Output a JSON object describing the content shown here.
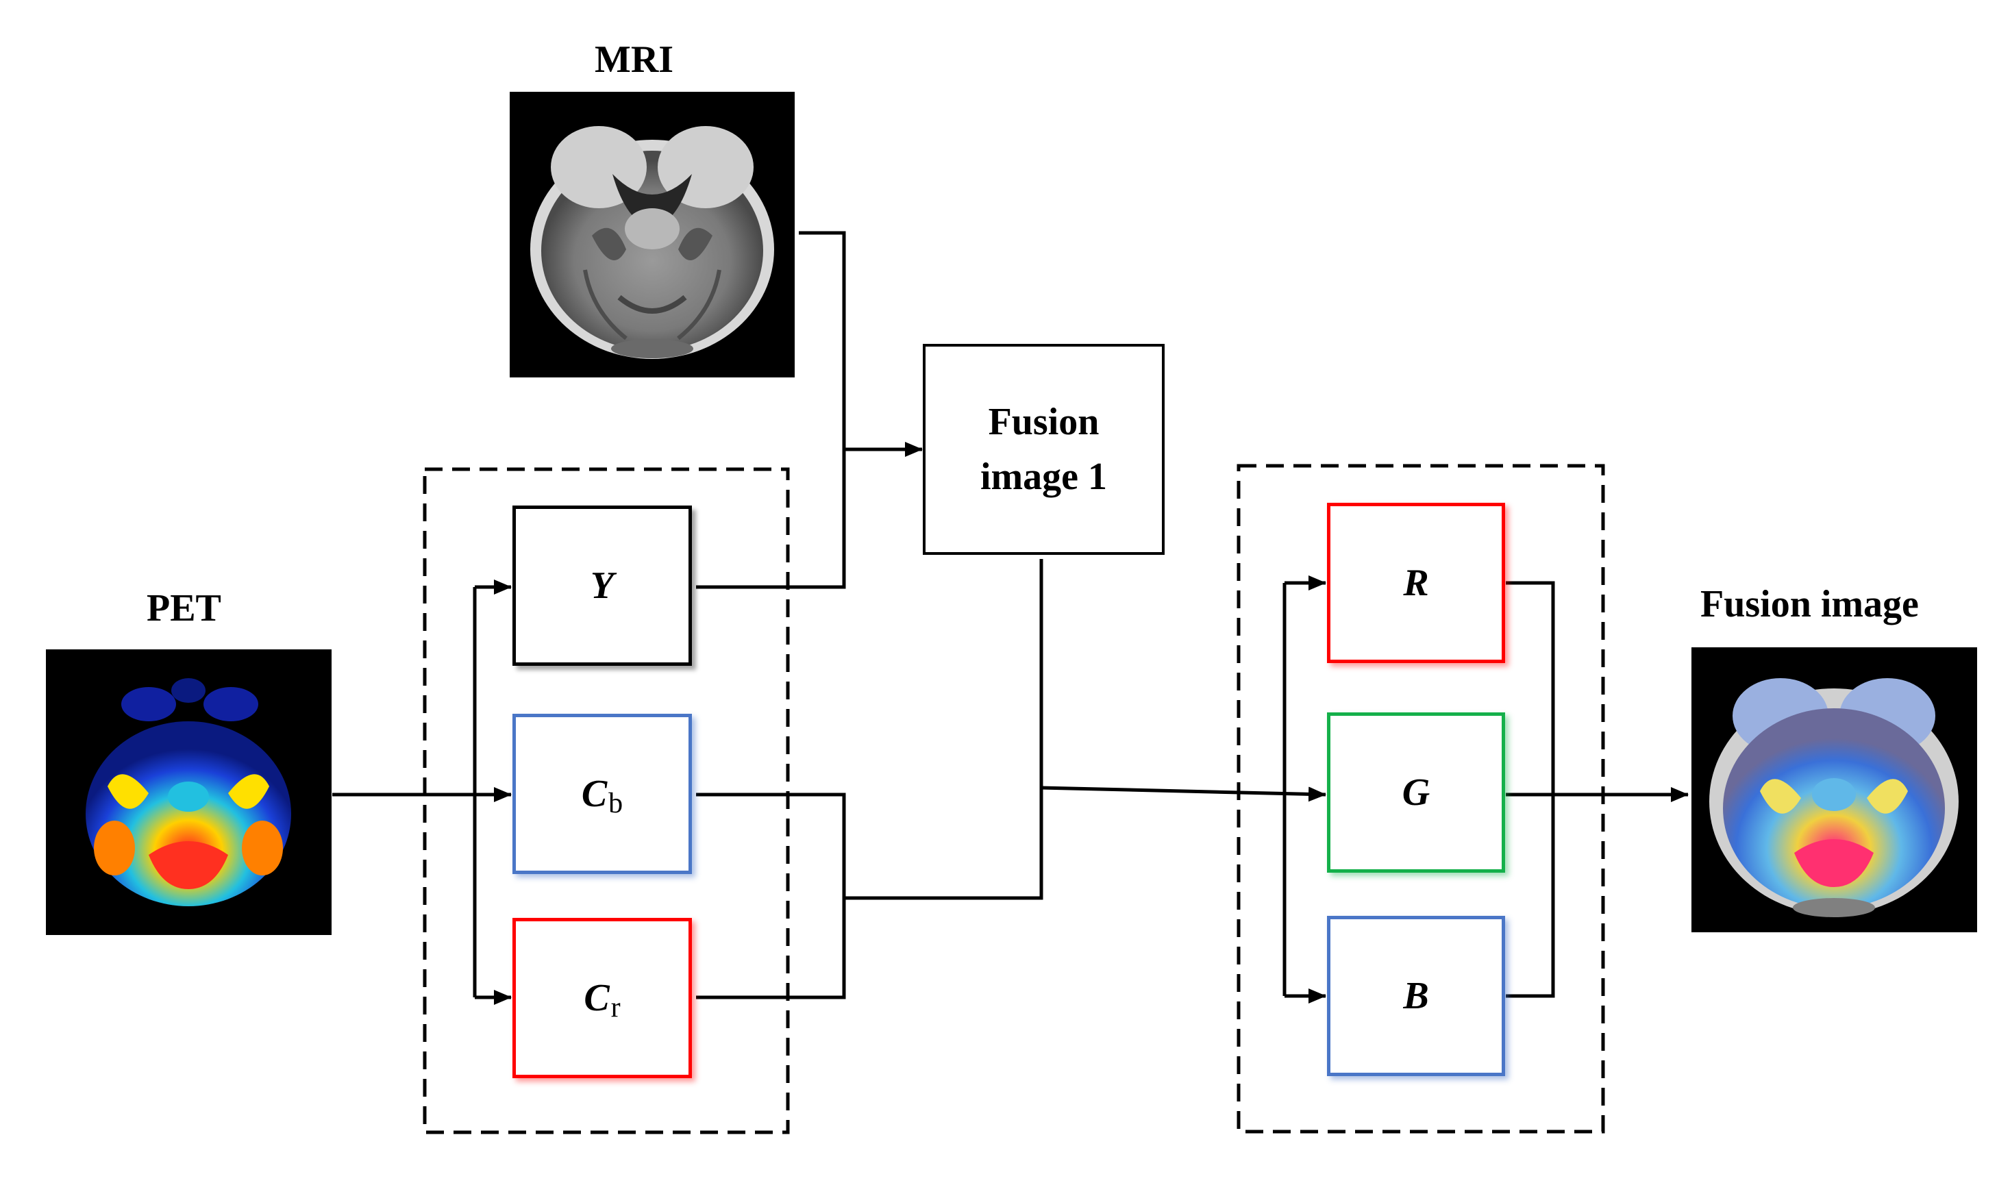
{
  "labels": {
    "mri": "MRI",
    "pet": "PET",
    "fusion_output": "Fusion image"
  },
  "fusion_box": {
    "line1": "Fusion",
    "line2": "image 1"
  },
  "ycbcr": {
    "y": "Y",
    "cb_main": "C",
    "cb_sub": "b",
    "cr_main": "C",
    "cr_sub": "r"
  },
  "rgb": {
    "r": "R",
    "g": "G",
    "b": "B"
  },
  "colors": {
    "line": "#000000",
    "blue_box": "#4a76c7",
    "red_box": "#ff0000",
    "green_box": "#14b04a"
  }
}
